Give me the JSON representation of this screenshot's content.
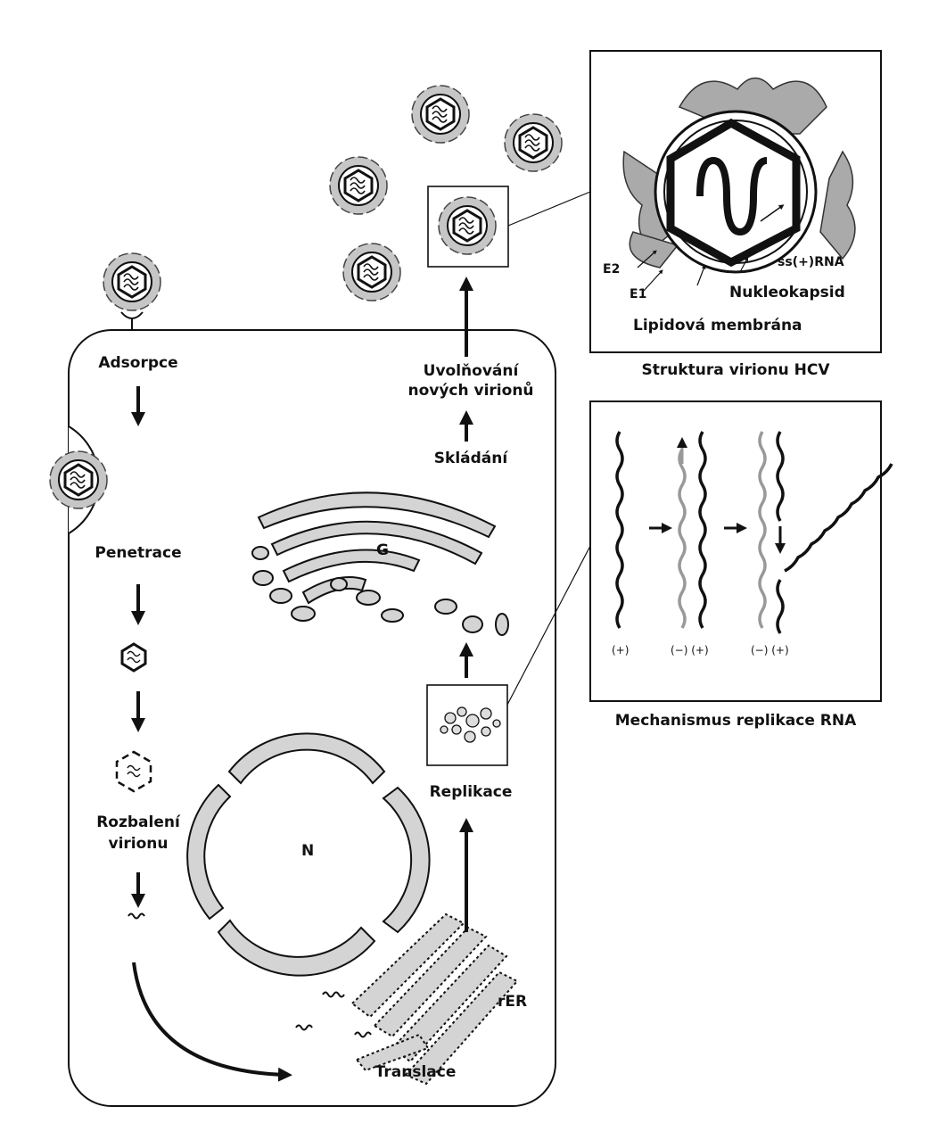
{
  "labels": {
    "adsorpce": "Adsorpce",
    "penetrace": "Penetrace",
    "rozbaleni": "Rozbalení",
    "virionu": "virionu",
    "translace": "Translace",
    "replikace": "Replikace",
    "skladani": "Skládání",
    "uvolnovani_1": "Uvolňování",
    "uvolnovani_2": "nových virionů",
    "golgi": "G",
    "nucleus": "N",
    "rer": "rER"
  },
  "structure_panel": {
    "caption": "Struktura virionu HCV",
    "e2": "E2",
    "e1": "E1",
    "ssrna": "ss(+)RNA",
    "nukleokapsid": "Nukleokapsid",
    "membrana": "Lipidová membrána"
  },
  "replication_panel": {
    "caption": "Mechanismus replikace RNA",
    "strand_plus": "(+)",
    "strand_minus_plus": "(−) (+)"
  },
  "colors": {
    "line": "#111111",
    "organelle_fill": "#d4d4d4",
    "envelope_fill": "#aaaaaa",
    "grey_strand": "#999999"
  }
}
